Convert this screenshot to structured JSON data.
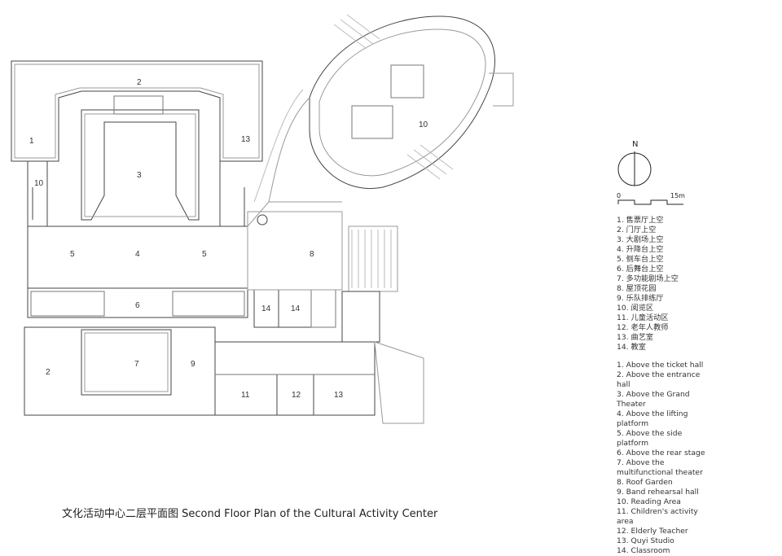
{
  "caption": "文化活动中心二层平面图 Second Floor Plan of the Cultural Activity Center",
  "north": "N",
  "scale": {
    "start": "0",
    "end": "15m"
  },
  "plan_labels": {
    "l1": "1",
    "l2a": "2",
    "l2b": "2",
    "l3": "3",
    "l4": "4",
    "l5a": "5",
    "l5b": "5",
    "l6": "6",
    "l7": "7",
    "l8": "8",
    "l9": "9",
    "l10a": "10",
    "l10b": "10",
    "l11": "11",
    "l12": "12",
    "l13a": "13",
    "l13b": "13",
    "l14a": "14",
    "l14b": "14"
  },
  "legend_zh": [
    "1. 售票厅上空",
    "2. 门厅上空",
    "3. 大剧场上空",
    "4. 升降台上空",
    "5. 侧车台上空",
    "6. 后舞台上空",
    "7. 多功能剧场上空",
    "8. 屋顶花园",
    "9. 乐队排练厅",
    "10. 阅览区",
    "11. 儿童活动区",
    "12. 老年人教师",
    "13. 曲艺室",
    "14. 教室"
  ],
  "legend_en": [
    "1. Above the ticket hall",
    "2. Above the entrance hall",
    "3. Above the Grand Theater",
    "4. Above the lifting platform",
    "5. Above the side platform",
    "6. Above the rear stage",
    "7. Above the multifunctional theater",
    "8. Roof Garden",
    "9. Band rehearsal hall",
    "10. Reading Area",
    "11. Children's activity area",
    "12. Elderly Teacher",
    "13. Quyi Studio",
    "14. Classroom"
  ]
}
